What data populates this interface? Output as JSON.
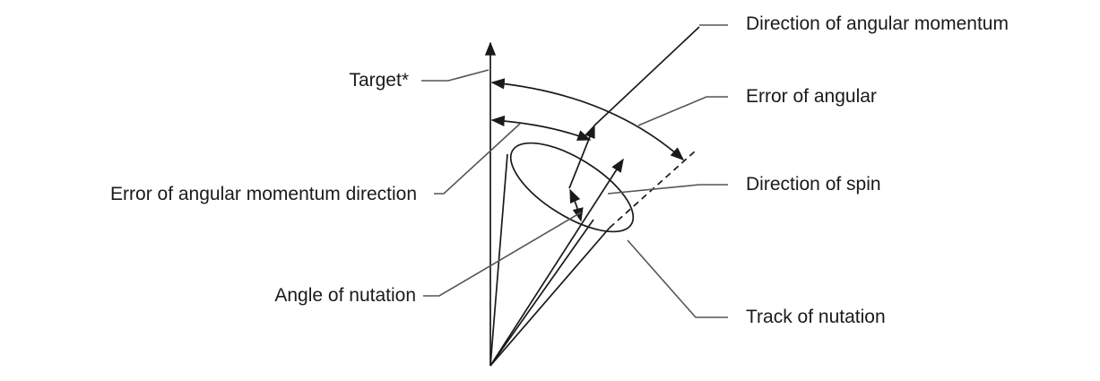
{
  "labels": {
    "target": "Target*",
    "error_momentum_direction": "Error of angular momentum direction",
    "angle_of_nutation": "Angle of nutation",
    "direction_angular_momentum": "Direction of angular momentum",
    "error_of_angular": "Error of angular",
    "direction_of_spin": "Direction of spin",
    "track_of_nutation": "Track of nutation"
  },
  "colors": {
    "line": "#1a1a1a",
    "leader": "#555555",
    "text": "#1a1a1a"
  }
}
